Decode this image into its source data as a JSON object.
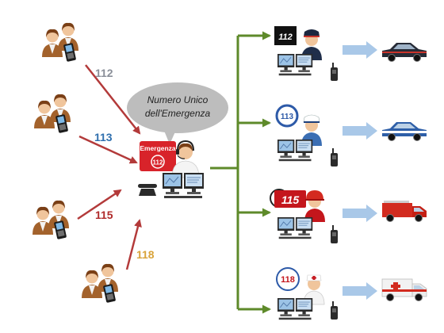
{
  "center": {
    "bubble_line1": "Numero Unico",
    "bubble_line2": "dell'Emergenza",
    "badge_title": "Emergenza",
    "badge_number": "112"
  },
  "callers": [
    {
      "number": "112",
      "color": "#8a8f99"
    },
    {
      "number": "113",
      "color": "#2f6fae"
    },
    {
      "number": "115",
      "color": "#b02a2a"
    },
    {
      "number": "118",
      "color": "#d9a33a"
    }
  ],
  "services": [
    {
      "badge": "112",
      "badge_bg": "#111111",
      "badge_fg": "#ffffff",
      "vehicle": "carabinieri-car-icon"
    },
    {
      "badge": "113",
      "badge_bg": "#ffffff",
      "badge_fg": "#2d5aa8",
      "vehicle": "police-car-icon"
    },
    {
      "badge": "115",
      "badge_bg": "#ffffff",
      "badge_fg": "#c4161c",
      "vehicle": "fire-truck-icon"
    },
    {
      "badge": "118",
      "badge_bg": "#ffffff",
      "badge_fg": "#c4161c",
      "vehicle": "ambulance-icon"
    }
  ],
  "colors": {
    "incoming_arrow": "#b33a3a",
    "dispatch_arrow": "#5e8a2a",
    "flow_arrow": "#a9c8e8",
    "bubble": "#bdbdbd"
  }
}
